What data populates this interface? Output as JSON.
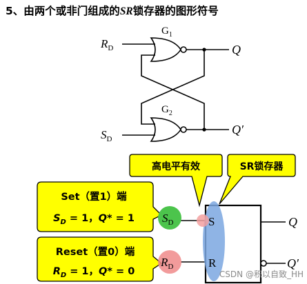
{
  "title": {
    "number": "5、",
    "prefix": "由两个或非门组成的",
    "sr": "SR",
    "suffix": "锁存器的图形符号"
  },
  "gates": {
    "g1_main": "G",
    "g1_sub": "1",
    "g2_main": "G",
    "g2_sub": "2"
  },
  "inputs": {
    "top_main": "R",
    "top_sub": "D",
    "bottom_main": "S",
    "bottom_sub": "D"
  },
  "outputs": {
    "top": "Q",
    "bottom": "Q′",
    "block_top": "Q",
    "block_bottom": "Q′"
  },
  "callouts": {
    "active_high": "高电平有效",
    "sr_latch": "SR锁存器",
    "set_title": "Set（置1）端",
    "set_eq_s": "S",
    "set_eq_s_sub": "D",
    "set_eq_rest": " = 1，",
    "set_eq_q": "Q",
    "set_eq_q_tail": "* = 1",
    "reset_title": "Reset（置0）端",
    "reset_eq_r": "R",
    "reset_eq_r_sub": "D",
    "reset_eq_rest": " = 1，",
    "reset_eq_q": "Q",
    "reset_eq_q_tail": "* = 0"
  },
  "block": {
    "s_label_main": "S",
    "s_label_sub": "D",
    "r_label_main": "R",
    "r_label_sub": "D",
    "pin_s": "S",
    "pin_r": "R"
  },
  "watermark": "CSDN @积以自致_HH",
  "colors": {
    "callout_fill": "#ffff00",
    "green_circle": "#4cc44c",
    "red_circle": "#f08a8a",
    "blue_highlight": "#7ba7e0"
  }
}
